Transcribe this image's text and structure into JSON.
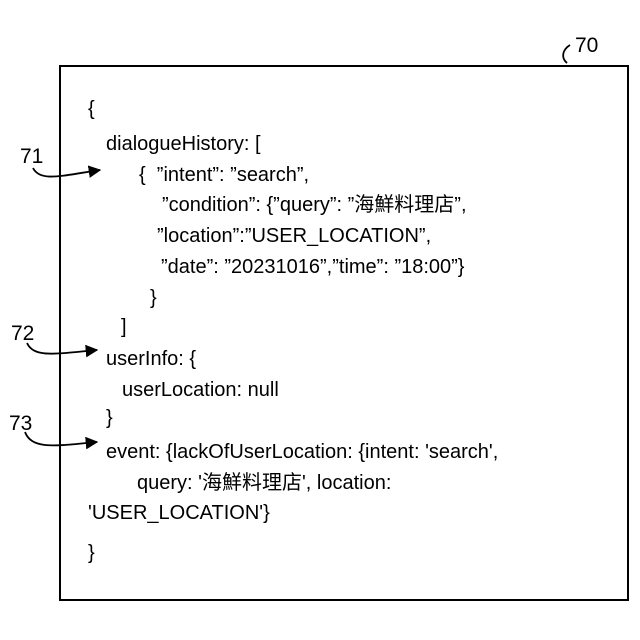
{
  "figure": {
    "frame_ref": "70",
    "callouts": [
      {
        "ref": "71"
      },
      {
        "ref": "72"
      },
      {
        "ref": "73"
      }
    ],
    "code_lines": [
      "{",
      "dialogueHistory: [",
      "{  ”intent”: ”search”,",
      "”condition”: {”query”: ”海鮮料理店”,",
      "”location”:”USER_LOCATION”,",
      "”date”: ”20231016”,”time”: ”18:00”}",
      "}",
      "]",
      "userInfo: {",
      "userLocation: null",
      "}",
      "event: {lackOfUserLocation: {intent: 'search',",
      "query: '海鮮料理店', location:",
      "'USER_LOCATION'}",
      "}"
    ]
  }
}
